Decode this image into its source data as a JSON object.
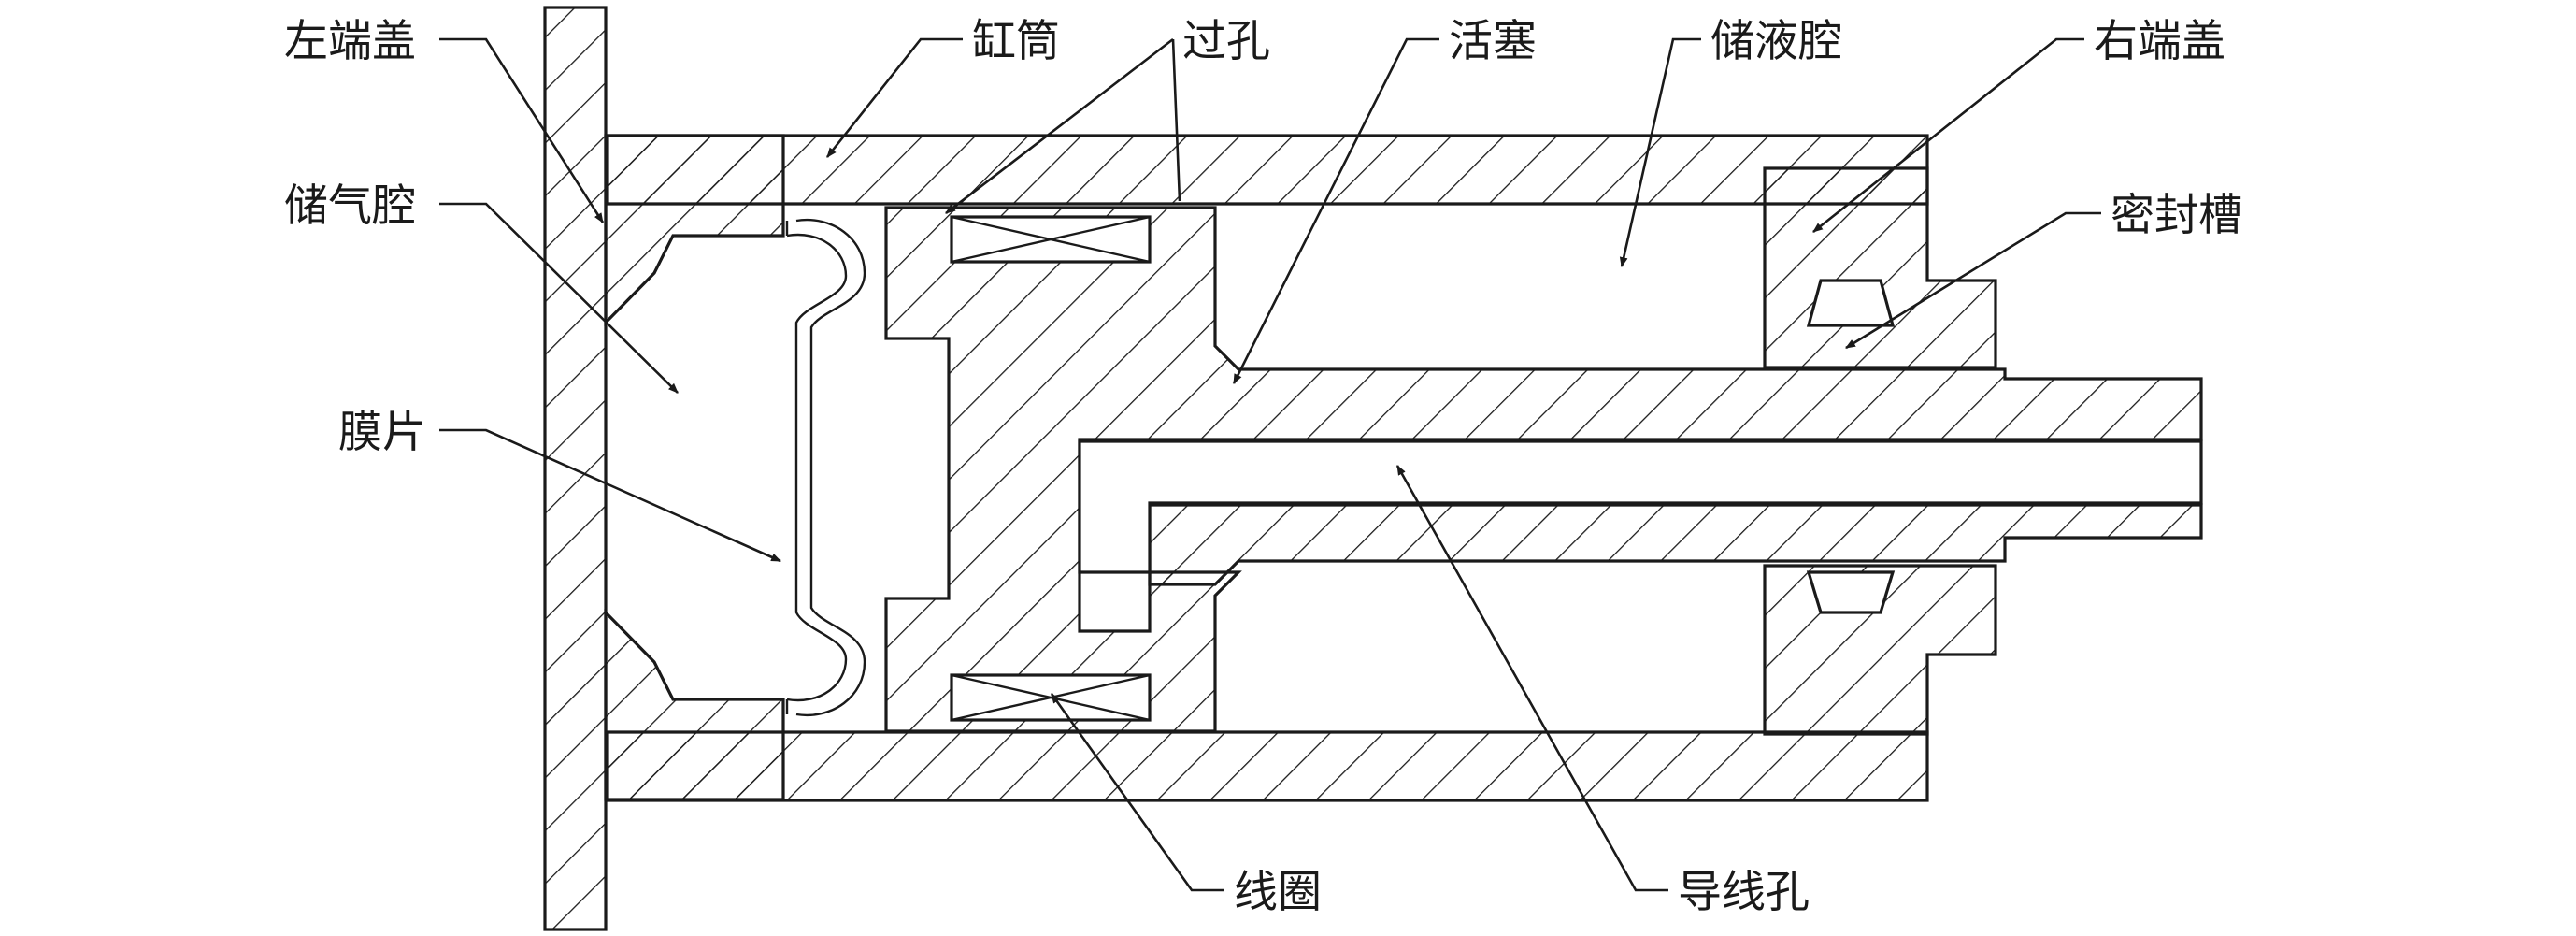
{
  "labels": {
    "left_end_cap": "左端盖",
    "gas_chamber": "储气腔",
    "diaphragm": "膜片",
    "cylinder": "缸筒",
    "through_hole": "过孔",
    "piston": "活塞",
    "liquid_chamber": "储液腔",
    "right_end_cap": "右端盖",
    "seal_groove": "密封槽",
    "coil": "线圈",
    "wire_hole": "导线孔"
  }
}
